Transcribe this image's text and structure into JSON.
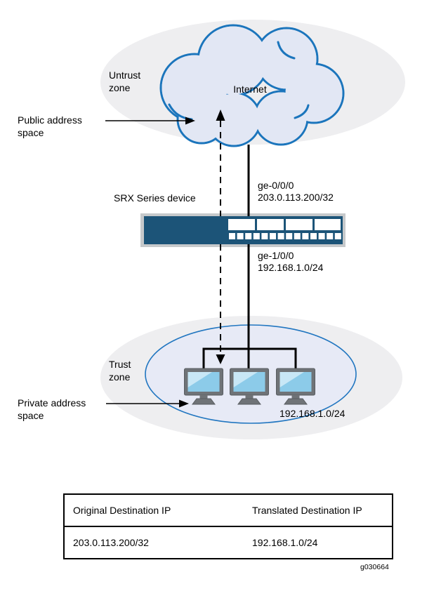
{
  "diagram": {
    "untrust_zone_label": "Untrust zone",
    "internet_label": "Internet",
    "public_address_label": "Public address space",
    "srx_device_label": "SRX Series device",
    "interface_top": {
      "name": "ge-0/0/0",
      "address": "203.0.113.200/32"
    },
    "interface_bottom": {
      "name": "ge-1/0/0",
      "address": "192.168.1.0/24"
    },
    "trust_zone_label": "Trust zone",
    "private_address_label": "Private address space",
    "trust_subnet_label": "192.168.1.0/24",
    "figure_id": "g030664",
    "colors": {
      "zone_fill": "#eeeef0",
      "cloud_fill": "#e2e7f4",
      "cloud_stroke": "#1b75bc",
      "device_blue": "#1c5478",
      "device_frame_gray": "#c6c9cb",
      "monitor_screen": "#8ccbe9",
      "monitor_frame": "#6f7377"
    }
  },
  "table": {
    "headers": [
      "Original Destination IP",
      "Translated Destination IP"
    ],
    "rows": [
      [
        "203.0.113.200/32",
        "192.168.1.0/24"
      ]
    ]
  }
}
